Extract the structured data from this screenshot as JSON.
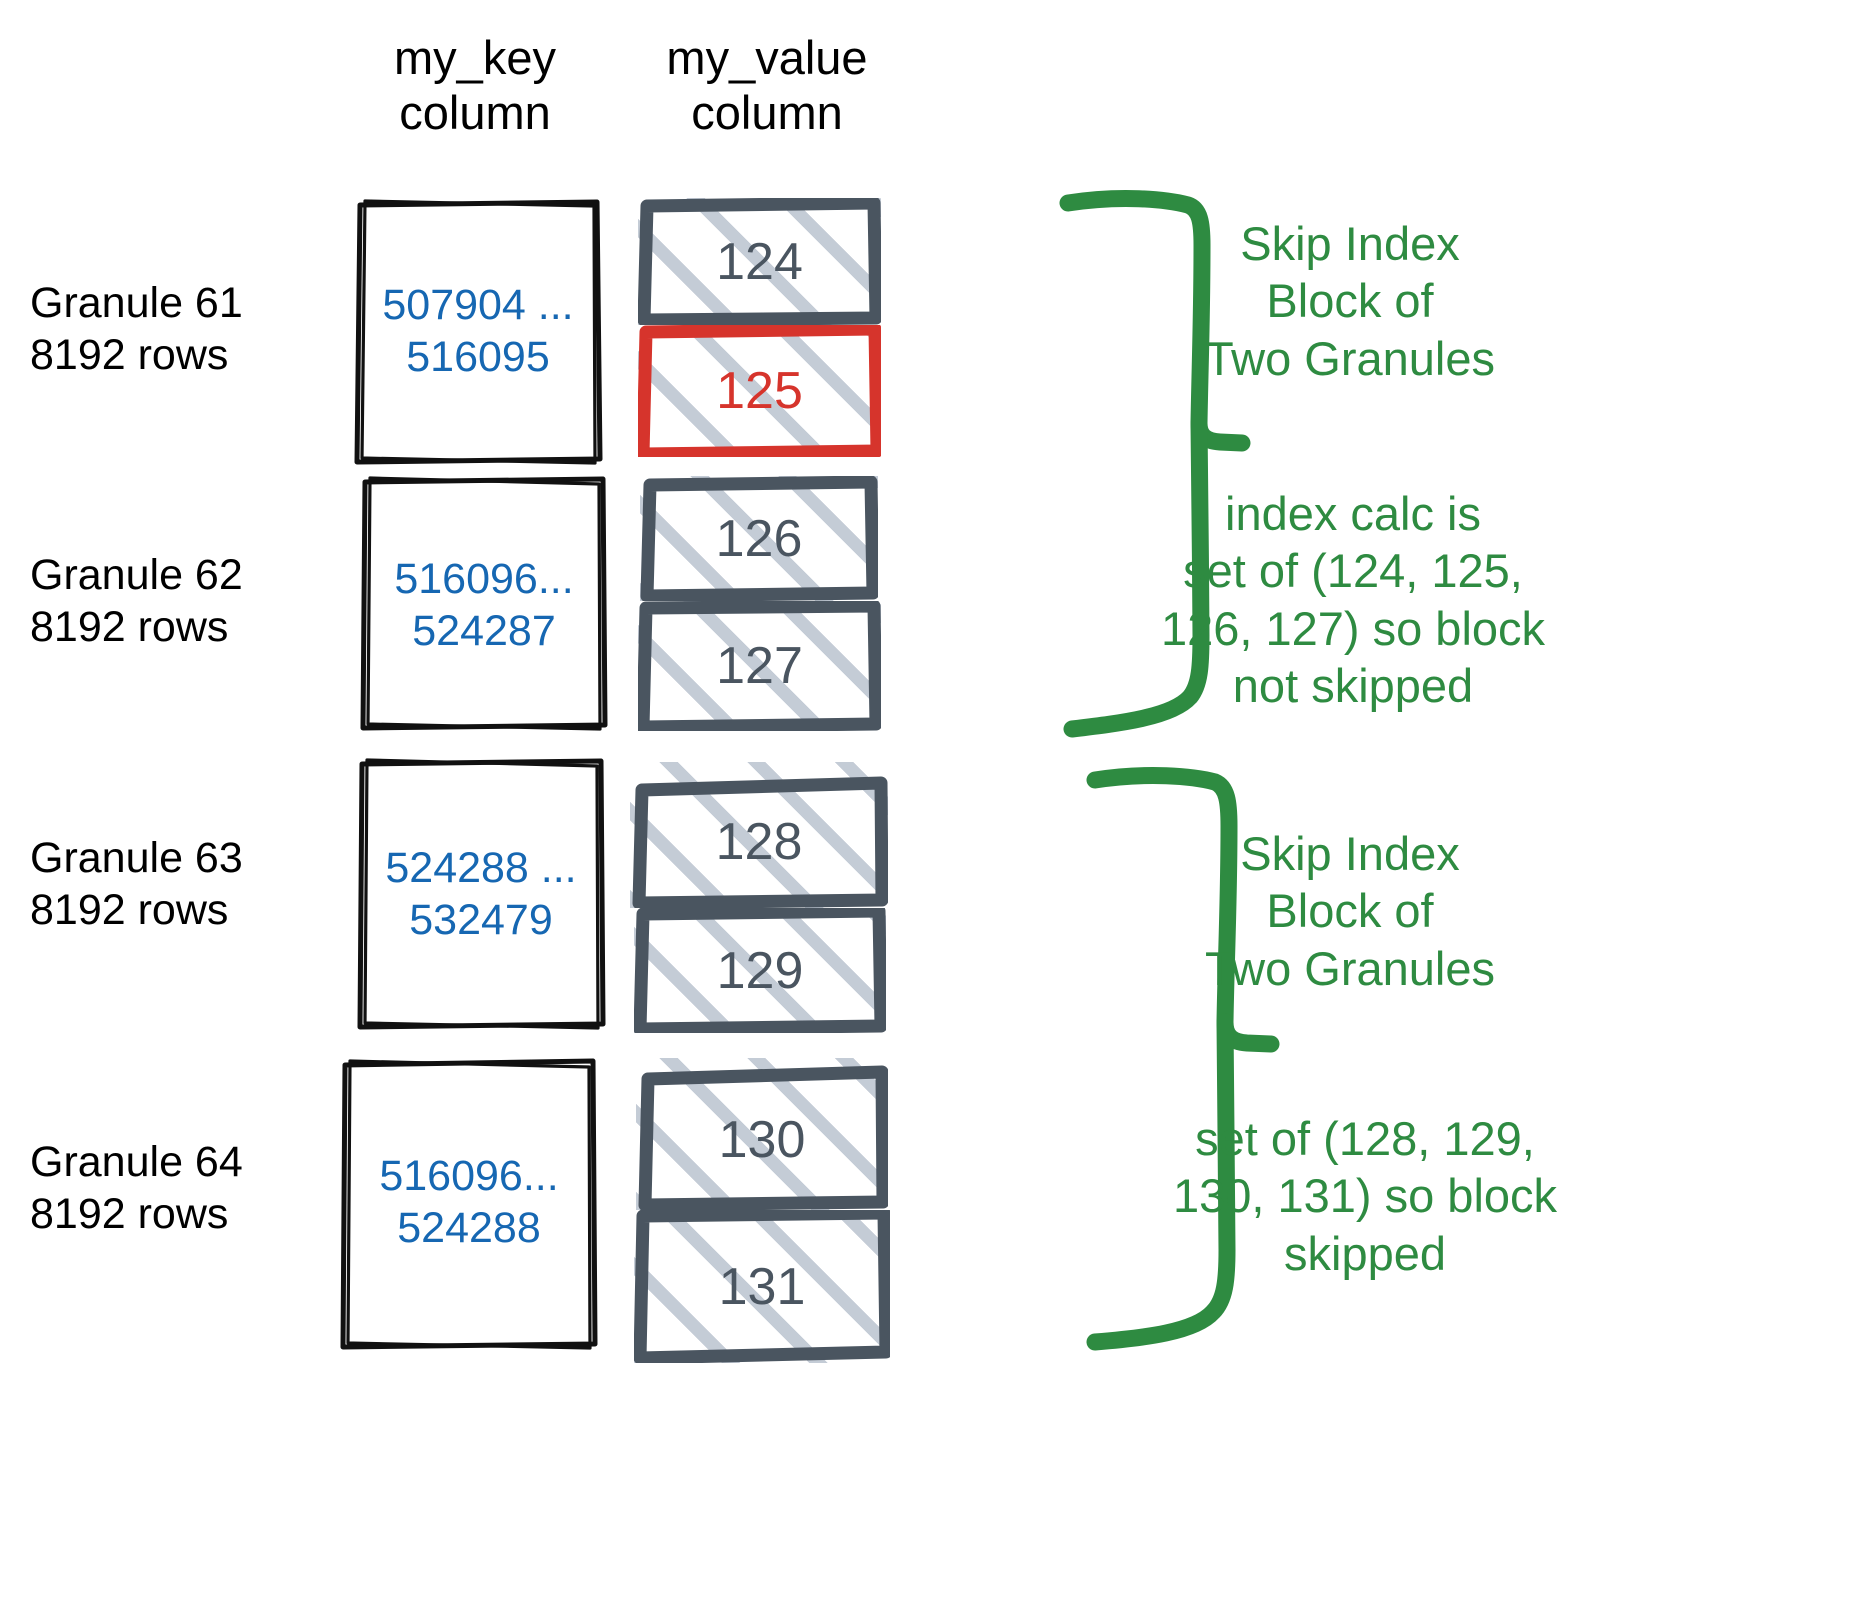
{
  "headers": {
    "key_column": "my_key\ncolumn",
    "value_column": "my_value\ncolumn"
  },
  "colors": {
    "key_text": "#1667b2",
    "value_text": "#4a5560",
    "highlight": "#d6342c",
    "annotation": "#2e8b41",
    "hatch": "#c1c9d4",
    "box_border": "#000000",
    "cell_border": "#4a5560"
  },
  "granules": [
    {
      "label": "Granule 61\n8192 rows",
      "key_range": "507904 ...\n516095",
      "values": [
        {
          "text": "124",
          "highlighted": false
        },
        {
          "text": "125",
          "highlighted": true
        }
      ]
    },
    {
      "label": "Granule 62\n8192 rows",
      "key_range": "516096...\n524287",
      "values": [
        {
          "text": "126",
          "highlighted": false
        },
        {
          "text": "127",
          "highlighted": false
        }
      ]
    },
    {
      "label": "Granule 63\n8192 rows",
      "key_range": "524288 ...\n532479",
      "values": [
        {
          "text": "128",
          "highlighted": false
        },
        {
          "text": "129",
          "highlighted": false
        }
      ]
    },
    {
      "label": "Granule 64\n8192 rows",
      "key_range": "516096...\n524288",
      "values": [
        {
          "text": "130",
          "highlighted": false
        },
        {
          "text": "131",
          "highlighted": false
        }
      ]
    }
  ],
  "annotations": [
    {
      "title": "Skip Index\nBlock of\nTwo Granules"
    },
    {
      "body": "index calc is\nset of (124, 125,\n126, 127) so block\nnot skipped"
    },
    {
      "title": "Skip Index\nBlock of\nTwo Granules"
    },
    {
      "body": "set of (128, 129,\n130, 131) so block\nskipped"
    }
  ]
}
